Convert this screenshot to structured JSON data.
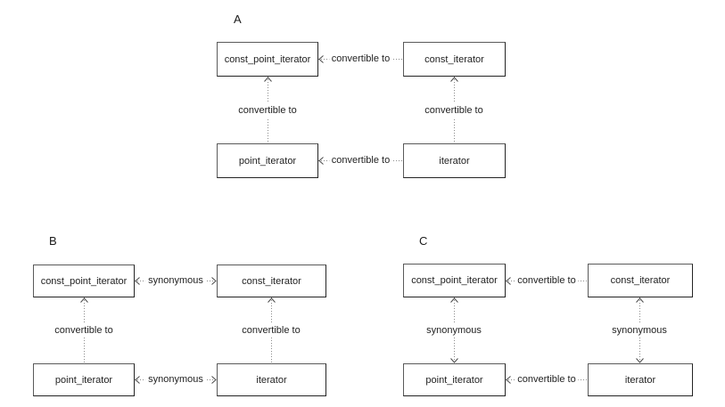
{
  "page": {
    "background": "#ffffff"
  },
  "colors": {
    "box_border": "#3d3d3d",
    "dotted_line": "#8c8c8c",
    "arrowhead": "#4a4a4a",
    "text": "#1a1a1a"
  },
  "diagrams": [
    {
      "label": "A",
      "nodes": {
        "top_left": "const_point_iterator",
        "top_right": "const_iterator",
        "bottom_left": "point_iterator",
        "bottom_right": "iterator"
      },
      "edges": {
        "top": {
          "label": "convertible to",
          "arrows": "left"
        },
        "bottom": {
          "label": "convertible to",
          "arrows": "left"
        },
        "left": {
          "label": "convertible to",
          "arrows": "up"
        },
        "right": {
          "label": "convertible to",
          "arrows": "up"
        }
      }
    },
    {
      "label": "B",
      "nodes": {
        "top_left": "const_point_iterator",
        "top_right": "const_iterator",
        "bottom_left": "point_iterator",
        "bottom_right": "iterator"
      },
      "edges": {
        "top": {
          "label": "synonymous",
          "arrows": "both"
        },
        "bottom": {
          "label": "synonymous",
          "arrows": "both"
        },
        "left": {
          "label": "convertible to",
          "arrows": "up"
        },
        "right": {
          "label": "convertible to",
          "arrows": "up"
        }
      }
    },
    {
      "label": "C",
      "nodes": {
        "top_left": "const_point_iterator",
        "top_right": "const_iterator",
        "bottom_left": "point_iterator",
        "bottom_right": "iterator"
      },
      "edges": {
        "top": {
          "label": "convertible to",
          "arrows": "left"
        },
        "bottom": {
          "label": "convertible to",
          "arrows": "left"
        },
        "left": {
          "label": "synonymous",
          "arrows": "both"
        },
        "right": {
          "label": "synonymous",
          "arrows": "both"
        }
      }
    }
  ]
}
